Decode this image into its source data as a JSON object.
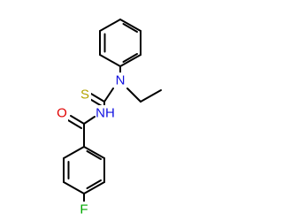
{
  "structure": {
    "atoms": {
      "sulfur": "S",
      "oxygen": "O",
      "amide_nitrogen": "NH",
      "amine_nitrogen": "N",
      "fluorine": "F"
    },
    "colors": {
      "bond": "#000000",
      "carbon": "#000000",
      "sulfur": "#b3a300",
      "oxygen": "#e00000",
      "nitrogen": "#1010e0",
      "fluorine": "#00a800"
    }
  }
}
